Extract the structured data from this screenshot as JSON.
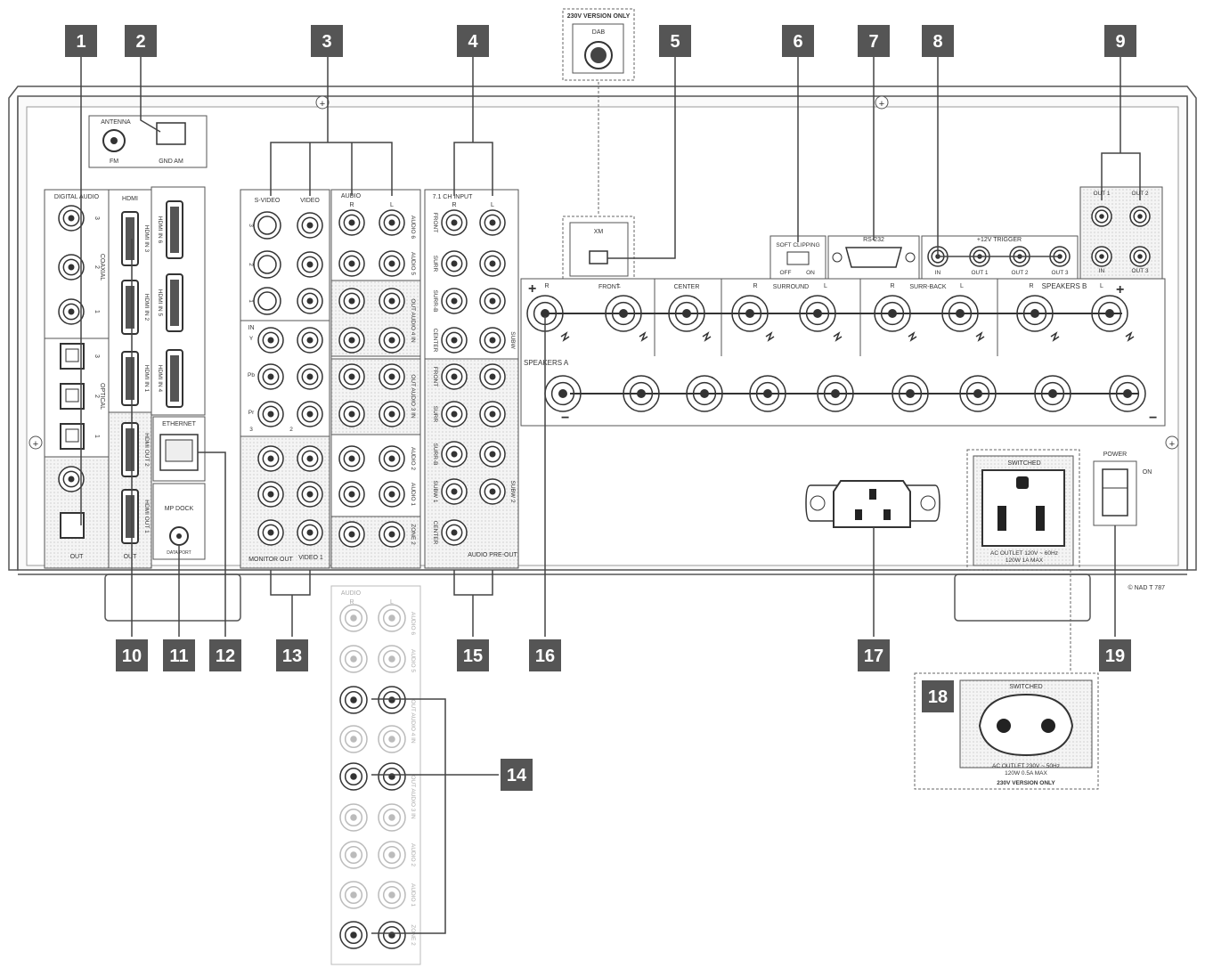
{
  "callouts": [
    "1",
    "2",
    "3",
    "4",
    "5",
    "6",
    "7",
    "8",
    "9",
    "10",
    "11",
    "12",
    "13",
    "14",
    "15",
    "16",
    "17",
    "18",
    "19"
  ],
  "top": {
    "dab_version": "230V VERSION ONLY",
    "dab": "DAB",
    "xm": "XM"
  },
  "antenna": {
    "title": "ANTENNA",
    "fm": "FM",
    "gnd_am": "GND  AM"
  },
  "digital_audio": {
    "title": "DIGITAL AUDIO",
    "coaxial": "COAXIAL",
    "optical": "OPTICAL",
    "out": "OUT",
    "nums": [
      "3",
      "2",
      "1"
    ]
  },
  "hdmi": {
    "title": "HDMI",
    "inputs": [
      "HDMI IN 3",
      "HDMI IN 2",
      "HDMI IN 1",
      "HDMI OUT 2",
      "HDMI OUT 1"
    ],
    "inputs_right": [
      "HDMI IN 6",
      "HDMI IN 5",
      "HDMI IN 4"
    ],
    "out": "OUT"
  },
  "ethernet": "ETHERNET",
  "mp_dock": {
    "title": "MP DOCK",
    "port": "DATA PORT"
  },
  "video_section": {
    "svideo": "S-VIDEO",
    "video": "VIDEO",
    "nums": [
      "3",
      "2",
      "1"
    ],
    "in": "IN",
    "y": "Y",
    "pb": "Pb",
    "pr": "Pr",
    "monitor_out": "MONITOR OUT",
    "video1": "VIDEO 1",
    "n3": "3",
    "n2": "2"
  },
  "audio_section": {
    "title": "AUDIO",
    "r": "R",
    "l": "L",
    "rows": [
      "AUDIO 6",
      "AUDIO 5",
      "OUT AUDIO 4 IN",
      "OUT AUDIO 3 IN",
      "AUDIO 2",
      "AUDIO 1",
      "ZONE 2"
    ]
  },
  "input_71": {
    "title": "7.1 CH INPUT",
    "r": "R",
    "l": "L",
    "rows": [
      "FRONT",
      "SURR",
      "SURR-B",
      "CENTER"
    ],
    "subw": "SUBW",
    "preout_rows": [
      "FRONT",
      "SURR",
      "SURR-B",
      "SUBW 1",
      "CENTER"
    ],
    "subw2": "SUBW 2",
    "preout": "AUDIO PRE-OUT"
  },
  "soft_clipping": {
    "title": "SOFT CLIPPING",
    "off": "OFF",
    "on": "ON"
  },
  "rs232": "RS-232",
  "trigger": {
    "title": "+12V TRIGGER",
    "labels": [
      "IN",
      "OUT 1",
      "OUT 2",
      "OUT 3"
    ]
  },
  "ir": {
    "labels": [
      "OUT 1",
      "OUT 2",
      "IN",
      "OUT 3"
    ]
  },
  "speakers": {
    "plus": "+",
    "minus": "−",
    "front": "FRONT",
    "center": "CENTER",
    "surround": "SURROUND",
    "surr_back": "SURR-BACK",
    "speakers_b": "SPEAKERS B",
    "speakers_a": "SPEAKERS A",
    "r": "R",
    "l": "L"
  },
  "outlet": {
    "switched": "SWITCHED",
    "us_text1": "AC OUTLET 120V ~ 60Hz",
    "us_text2": "120W 1A MAX",
    "eu_text1": "AC OUTLET 230V ~ 50Hz",
    "eu_text2": "120W 0.5A MAX",
    "eu_version": "230V VERSION ONLY"
  },
  "power": {
    "title": "POWER",
    "on": "ON"
  },
  "copyright": "© NAD  T 787",
  "zoom_panel": {
    "title": "AUDIO",
    "r": "R",
    "l": "L",
    "rows": [
      "AUDIO 6",
      "AUDIO 5",
      "OUT AUDIO 4 IN",
      "OUT AUDIO 3 IN",
      "AUDIO 2",
      "AUDIO 1",
      "ZONE 2"
    ]
  }
}
